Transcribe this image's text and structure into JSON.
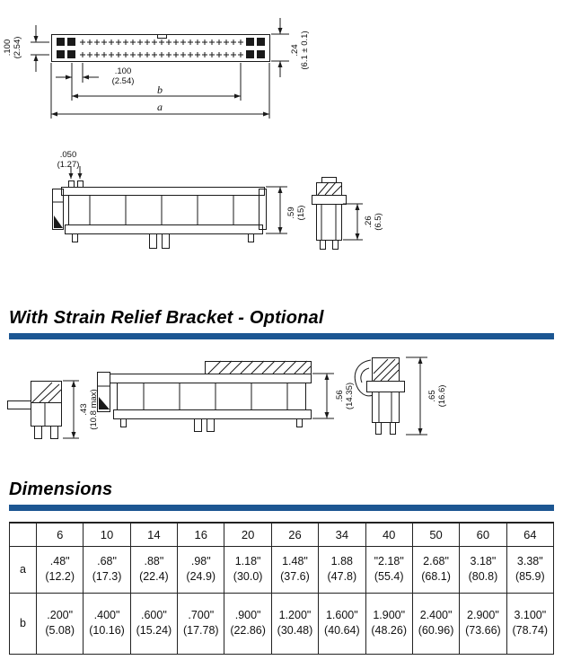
{
  "colors": {
    "accent": "#1c5692",
    "line": "#1a1a1a"
  },
  "headings": {
    "strain_relief": "With Strain Relief Bracket - Optional",
    "dimensions": "Dimensions"
  },
  "top_view": {
    "row_pitch_line1": ".100",
    "row_pitch_line2": "(2.54)",
    "pin_pitch_line1": ".100",
    "pin_pitch_line2": "(2.54)",
    "dim_b": "b",
    "dim_a": "a",
    "height_line1": ".24",
    "height_line2": "(6.1 ± 0.1)"
  },
  "side_view": {
    "tail_line1": ".050",
    "tail_line2": "(1.27)",
    "height_line1": ".59",
    "height_line2": "(15)",
    "end_height_line1": ".26",
    "end_height_line2": "(6.5)"
  },
  "strain_view": {
    "bracket_line1": ".43",
    "bracket_line2": "(10.8 max)",
    "height_line1": ".56",
    "height_line2": "(14.35)",
    "end_height_line1": ".65",
    "end_height_line2": "(16.6)"
  },
  "table": {
    "col_headers": [
      "6",
      "10",
      "14",
      "16",
      "20",
      "26",
      "34",
      "40",
      "50",
      "60",
      "64"
    ],
    "row_a_label": "a",
    "row_b_label": "b",
    "row_a_in": [
      ".48\"",
      ".68\"",
      ".88\"",
      ".98\"",
      "1.18\"",
      "1.48\"",
      "1.88",
      "\"2.18\"",
      "2.68\"",
      "3.18\"",
      "3.38\""
    ],
    "row_a_mm": [
      "(12.2)",
      "(17.3)",
      "(22.4)",
      "(24.9)",
      "(30.0)",
      "(37.6)",
      "(47.8)",
      "(55.4)",
      "(68.1)",
      "(80.8)",
      "(85.9)"
    ],
    "row_b_in": [
      ".200\"",
      ".400\"",
      ".600\"",
      ".700\"",
      ".900\"",
      "1.200\"",
      "1.600\"",
      "1.900\"",
      "2.400\"",
      "2.900\"",
      "3.100\""
    ],
    "row_b_mm": [
      "(5.08)",
      "(10.16)",
      "(15.24)",
      "(17.78)",
      "(22.86)",
      "(30.48)",
      "(40.64)",
      "(48.26)",
      "(60.96)",
      "(73.66)",
      "(78.74)"
    ]
  }
}
